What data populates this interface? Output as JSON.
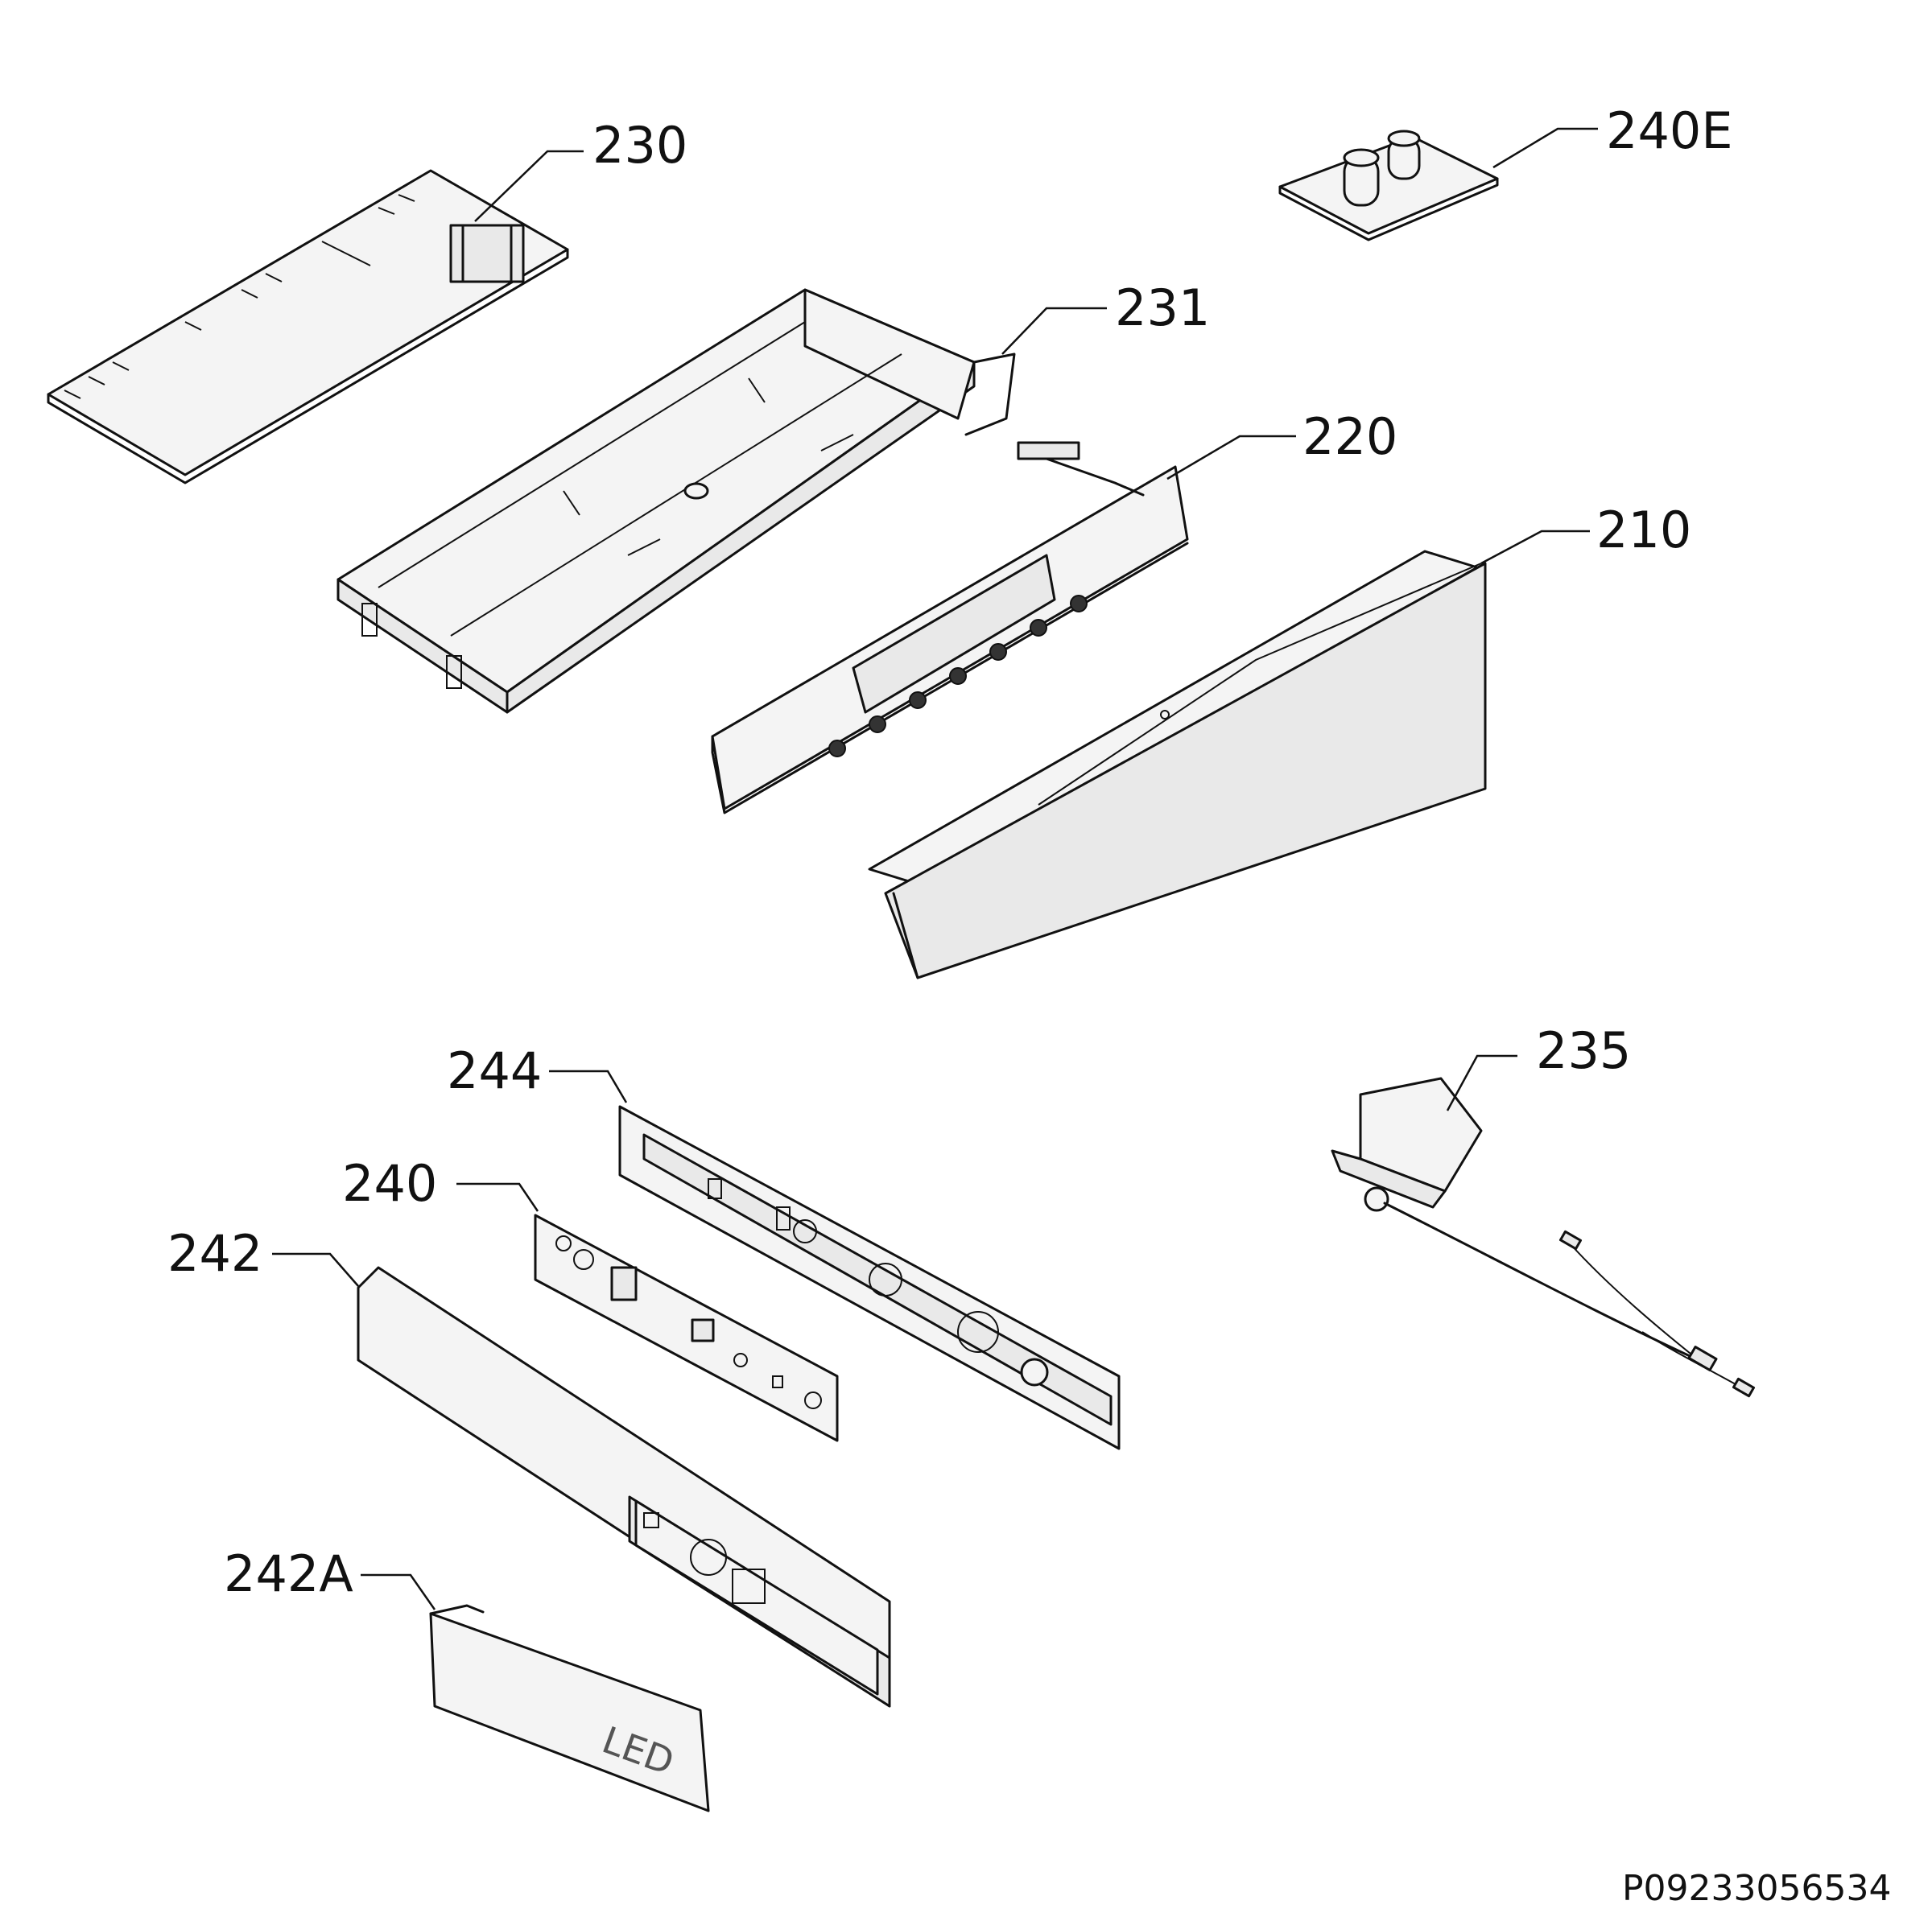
{
  "diagram": {
    "parts": [
      {
        "id": "230",
        "label": "230"
      },
      {
        "id": "240E",
        "label": "240E"
      },
      {
        "id": "231",
        "label": "231"
      },
      {
        "id": "220",
        "label": "220"
      },
      {
        "id": "210",
        "label": "210"
      },
      {
        "id": "235",
        "label": "235"
      },
      {
        "id": "244",
        "label": "244"
      },
      {
        "id": "240",
        "label": "240"
      },
      {
        "id": "242",
        "label": "242"
      },
      {
        "id": "242A",
        "label": "242A"
      }
    ],
    "cover_marking": "LED",
    "drawing_code": "P09233056534"
  }
}
